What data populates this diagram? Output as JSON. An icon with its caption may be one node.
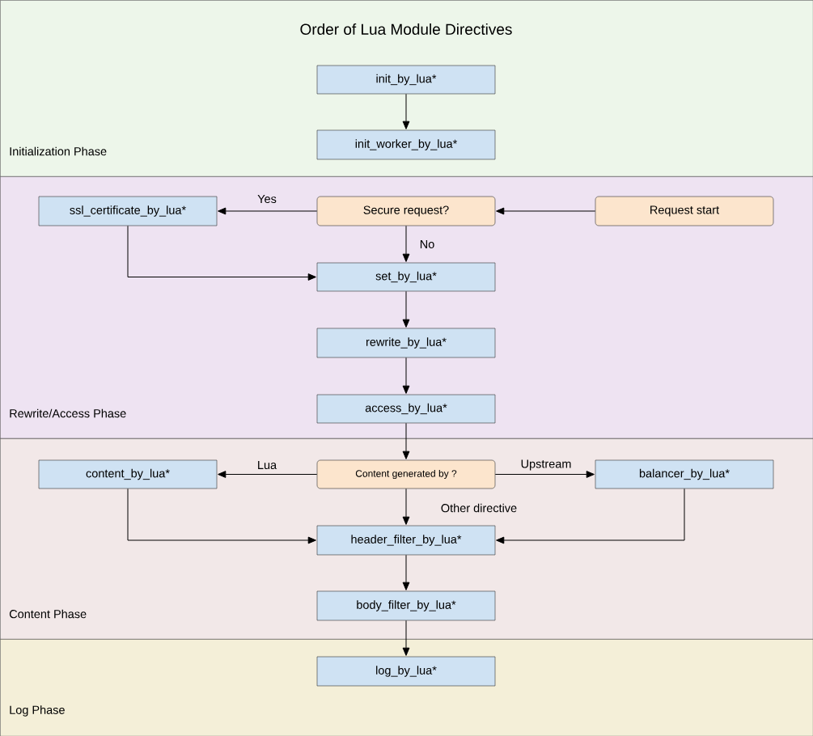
{
  "diagram": {
    "title": "Order of Lua Module Directives",
    "nodes": [
      {
        "text": [
          "Initialization Phase"
        ]
      },
      {
        "text": [
          "init_by_lua*"
        ],
        "in": 0
      },
      {
        "text": [
          "init_worker_by_lua*"
        ],
        "in": 0
      },
      {
        "text": [
          "Rewrite/Access Phase"
        ]
      },
      {
        "text": [
          "ssl_certificate_by_lua*"
        ],
        "in": 3
      },
      {
        "text": [
          "Secure request?"
        ],
        "in": 3
      },
      {
        "text": [
          "Request start"
        ],
        "in": 3
      },
      {
        "text": [
          "set_by_lua*"
        ],
        "in": 3
      },
      {
        "text": [
          "rewrite_by_lua*"
        ],
        "in": 3
      },
      {
        "text": [
          "access_by_lua*"
        ],
        "in": 3
      },
      {
        "text": [
          "Content Phase"
        ]
      },
      {
        "text": [
          "content_by_lua*"
        ],
        "in": 10
      },
      {
        "text": [
          "Content generated by ?"
        ],
        "in": 10
      },
      {
        "text": [
          "balancer_by_lua*"
        ],
        "in": 10
      },
      {
        "text": [
          "header_filter_by_lua*"
        ],
        "in": 10
      },
      {
        "text": [
          "body_filter_by_lua*"
        ],
        "in": 10
      },
      {
        "text": [
          "Log Phase"
        ]
      },
      {
        "text": [
          "log_by_lua*"
        ],
        "in": 16
      }
    ],
    "edges": [
      {
        "from": 1,
        "to": 2,
        "arrow": "to"
      },
      {
        "from": 5,
        "to": 4,
        "arrow": "to",
        "label": "Yes"
      },
      {
        "from": 6,
        "to": 5,
        "arrow": "to"
      },
      {
        "from": 5,
        "to": 7,
        "arrow": "to",
        "label": "No"
      },
      {
        "from": 4,
        "to": 7,
        "arrow": "to"
      },
      {
        "from": 7,
        "to": 8,
        "arrow": "to"
      },
      {
        "from": 8,
        "to": 9,
        "arrow": "to"
      },
      {
        "from": 9,
        "to": 12,
        "arrow": "to"
      },
      {
        "from": 12,
        "to": 11,
        "arrow": "to",
        "label": "Lua"
      },
      {
        "from": 12,
        "to": 13,
        "arrow": "to",
        "label": "Upstream"
      },
      {
        "from": 12,
        "to": 14,
        "arrow": "to",
        "label": "Other directive"
      },
      {
        "from": 11,
        "to": 14,
        "arrow": "to"
      },
      {
        "from": 13,
        "to": 14,
        "arrow": "to"
      },
      {
        "from": 14,
        "to": 15,
        "arrow": "to"
      },
      {
        "from": 15,
        "to": 17,
        "arrow": "to"
      }
    ]
  }
}
